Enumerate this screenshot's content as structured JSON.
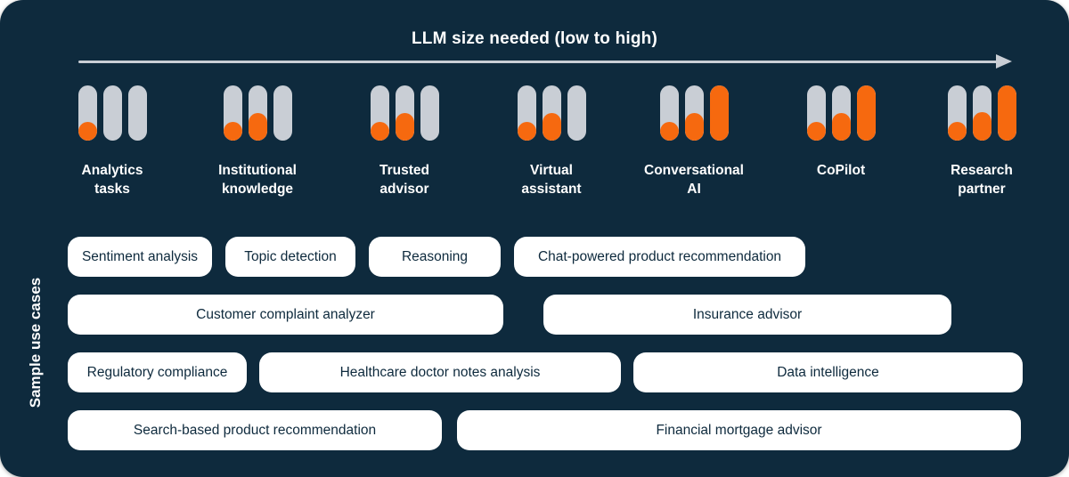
{
  "header": {
    "title": "LLM size needed (low to high)"
  },
  "scale": {
    "items": [
      {
        "label": "Analytics\ntasks",
        "levels": [
          34,
          0,
          0
        ]
      },
      {
        "label": "Institutional\nknowledge",
        "levels": [
          34,
          50,
          0
        ]
      },
      {
        "label": "Trusted\nadvisor",
        "levels": [
          34,
          50,
          0
        ]
      },
      {
        "label": "Virtual\nassistant",
        "levels": [
          34,
          50,
          0
        ]
      },
      {
        "label": "Conversational\nAI",
        "levels": [
          34,
          50,
          100
        ]
      },
      {
        "label": "CoPilot",
        "levels": [
          34,
          50,
          100
        ]
      },
      {
        "label": "Research\npartner",
        "levels": [
          34,
          52,
          100
        ]
      }
    ]
  },
  "use_cases": {
    "section_label": "Sample use cases",
    "rows": [
      [
        "Sentiment analysis",
        "Topic detection",
        "Reasoning",
        "Chat-powered product recommendation"
      ],
      [
        "Customer complaint analyzer",
        "Insurance advisor"
      ],
      [
        "Regulatory compliance",
        "Healthcare doctor notes analysis",
        "Data intelligence"
      ],
      [
        "Search-based product recommendation",
        "Financial mortgage advisor"
      ]
    ]
  },
  "colors": {
    "card_background": "#0e2a3d",
    "accent_orange": "#f6690f",
    "gauge_gray": "#c9ced5",
    "pill_background": "#ffffff",
    "pill_text": "#0e2a3d",
    "title_text": "#ffffff"
  }
}
